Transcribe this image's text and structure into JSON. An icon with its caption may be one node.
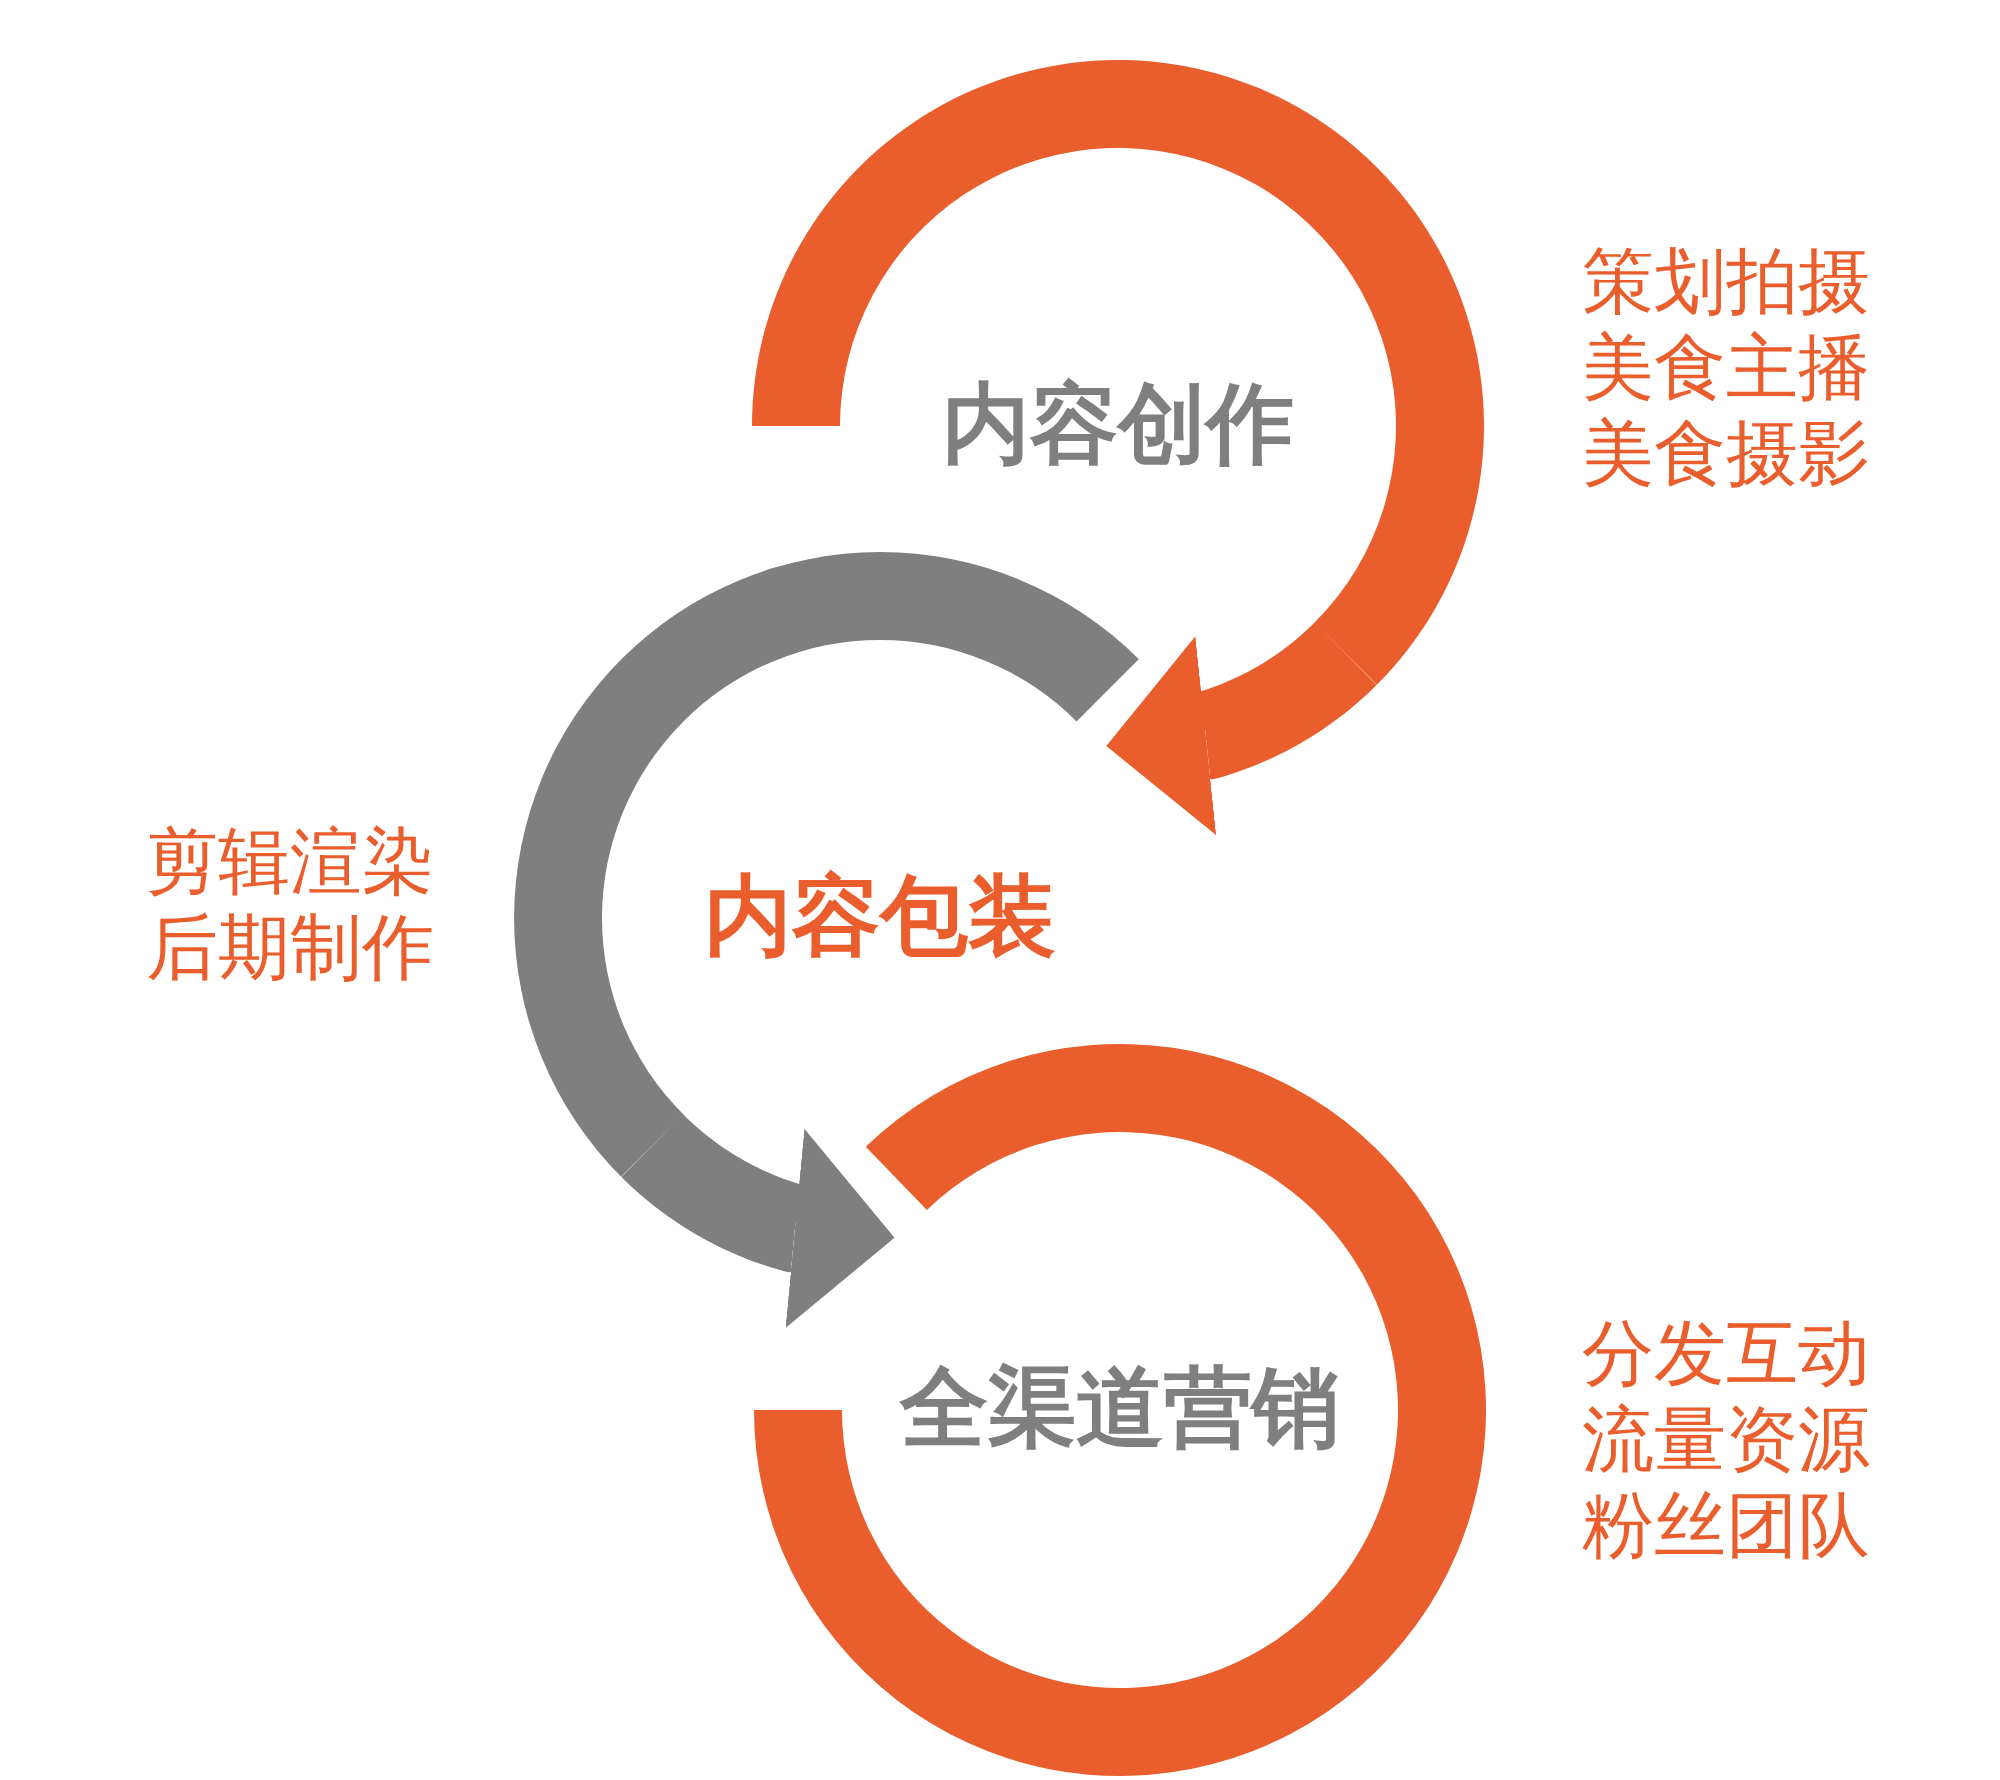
{
  "diagram": {
    "nodes": [
      {
        "text": [
          "内容创作"
        ],
        "beside": [
          "策划拍摄",
          "美食主播",
          "美食摄影"
        ]
      },
      {
        "text": [
          "内容包装"
        ],
        "beside": [
          "剪辑渲染",
          "后期制作"
        ]
      },
      {
        "text": [
          "全渠道营销"
        ],
        "beside": [
          "分发互动",
          "流量资源",
          "粉丝团队"
        ]
      }
    ],
    "edges": [
      {
        "from": 0,
        "to": 1,
        "arrow": "to"
      },
      {
        "from": 1,
        "to": 2,
        "arrow": "to",
        "color": "#7f7f7f"
      }
    ]
  }
}
